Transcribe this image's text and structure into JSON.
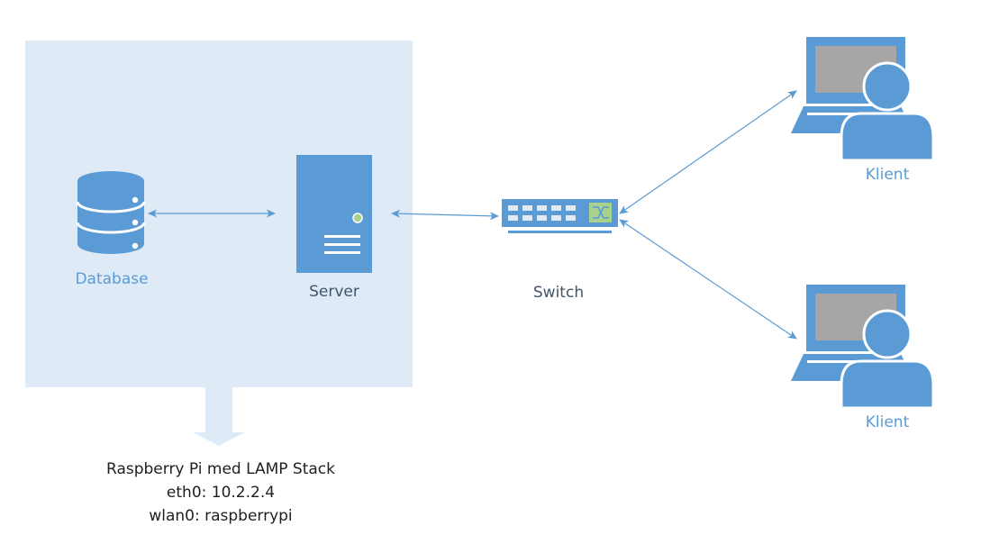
{
  "colors": {
    "icon_blue": "#5b9bd5",
    "host_panel": "#deebf7",
    "connector": "#5b9bd5",
    "label_blue": "#5b9bd5",
    "label_dark": "#44546a",
    "port_light": "#deebf7",
    "screen_gray": "#a6a6a6",
    "led_green": "#a9d18e"
  },
  "nodes": {
    "database": {
      "label": "Database",
      "icon": "database-icon"
    },
    "server": {
      "label": "Server",
      "icon": "server-icon"
    },
    "switch": {
      "label": "Switch",
      "icon": "switch-icon"
    },
    "client_top": {
      "label": "Klient",
      "icon": "laptop-user-icon"
    },
    "client_bottom": {
      "label": "Klient",
      "icon": "laptop-user-icon"
    }
  },
  "connections": [
    {
      "from": "database",
      "to": "server",
      "direction": "both"
    },
    {
      "from": "server",
      "to": "switch",
      "direction": "both"
    },
    {
      "from": "switch",
      "to": "client_top",
      "direction": "both"
    },
    {
      "from": "switch",
      "to": "client_bottom",
      "direction": "both"
    }
  ],
  "host": {
    "contains": [
      "database",
      "server"
    ],
    "caption_lines": [
      "Raspberry Pi med LAMP Stack",
      "eth0: 10.2.2.4",
      "wlan0: raspberrypi"
    ]
  }
}
